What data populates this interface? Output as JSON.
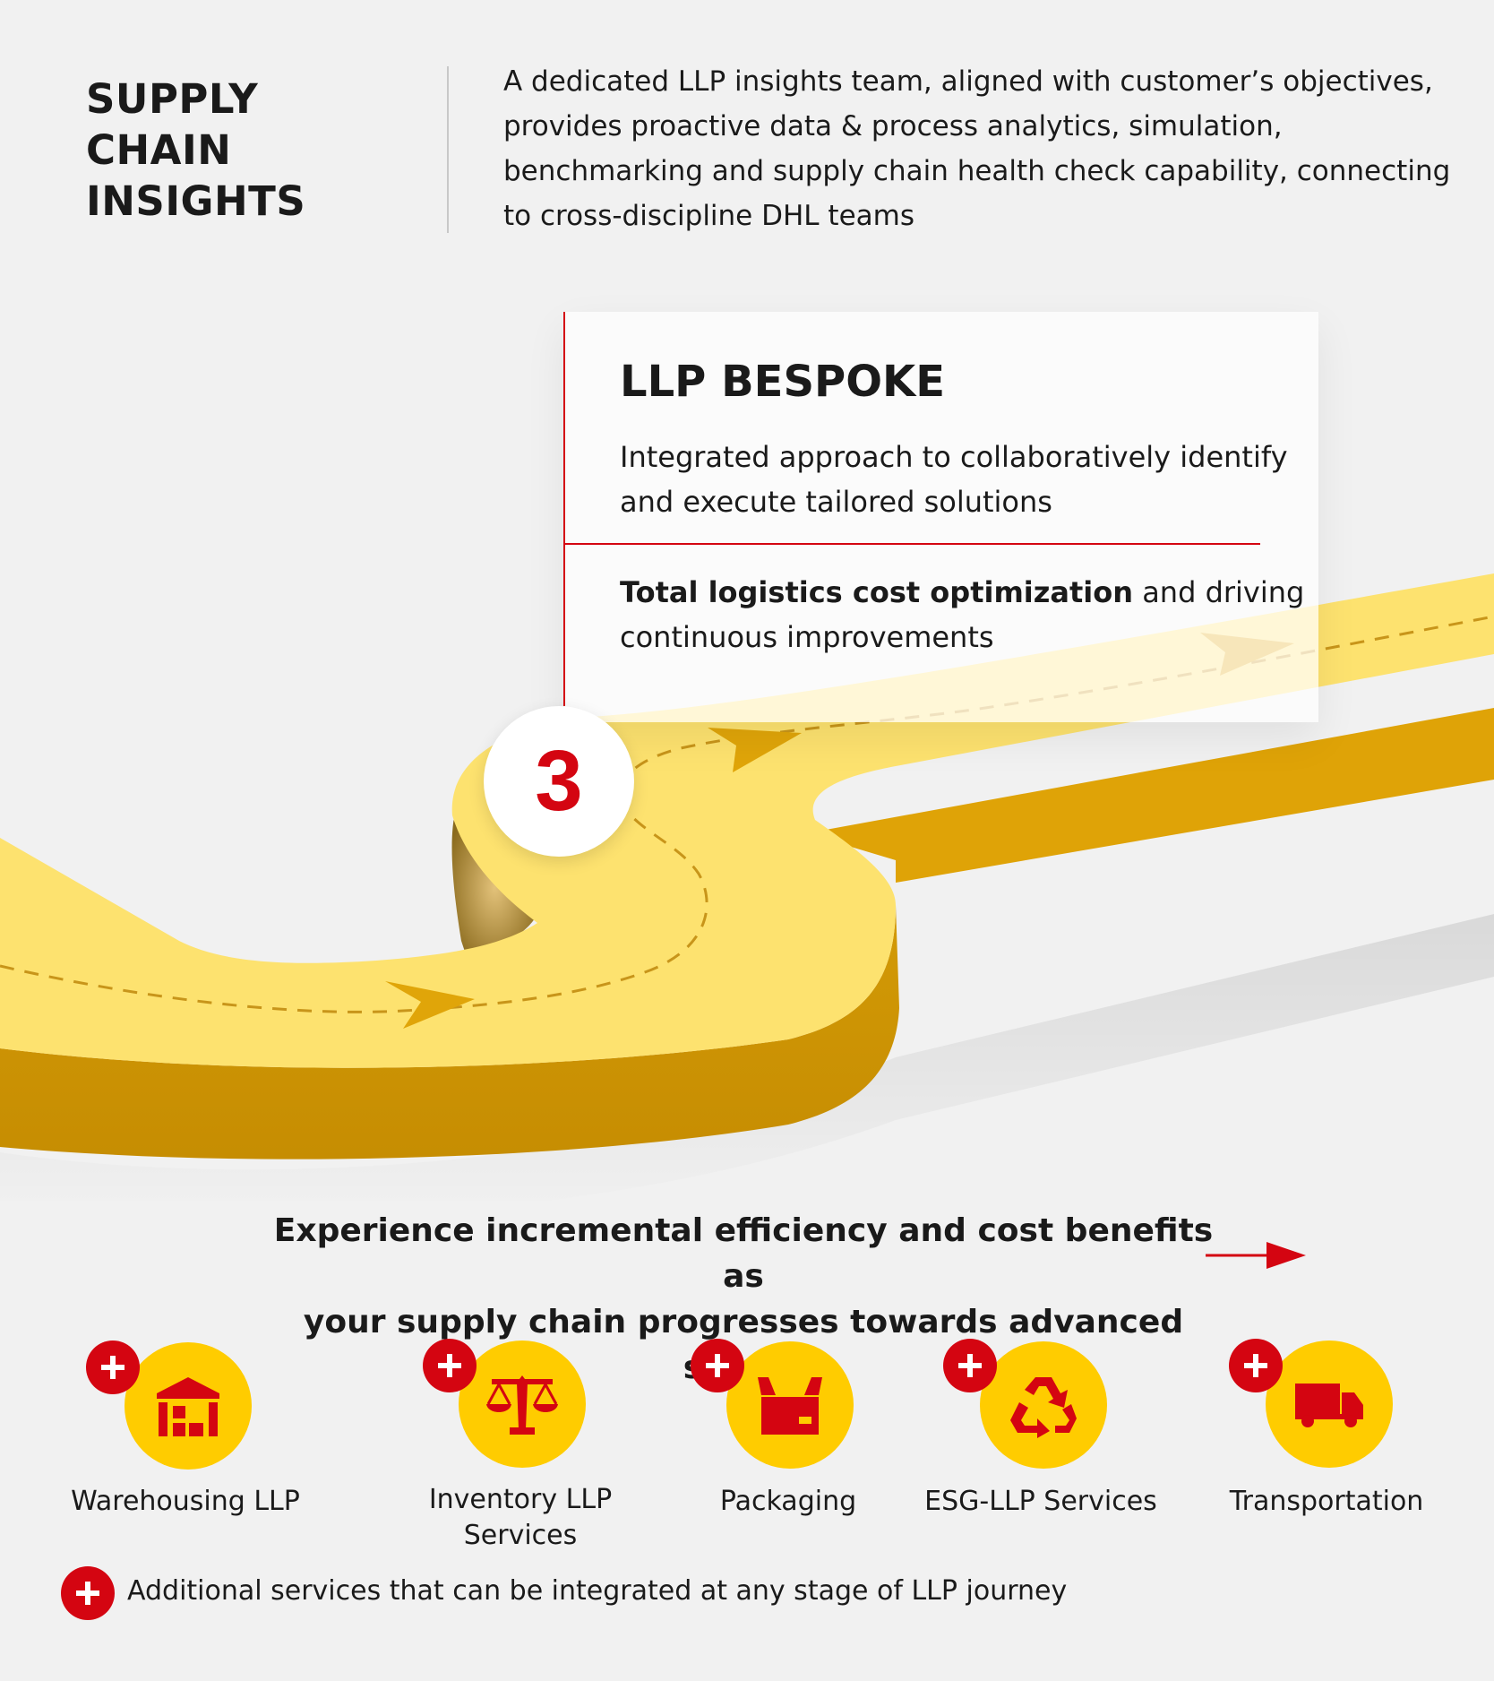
{
  "header": {
    "title_line1": "SUPPLY CHAIN",
    "title_line2": "INSIGHTS",
    "description": "A dedicated LLP insights team,  aligned with customer’s objectives, provides proactive data & process analytics, simulation, benchmarking and supply chain health check capability, connecting to cross-discipline DHL teams"
  },
  "stage": {
    "number": "3",
    "title": "LLP BESPOKE",
    "description": "Integrated approach to collaboratively identify and execute tailored solutions",
    "benefit_bold": "Total logistics cost optimization",
    "benefit_rest": " and driving continuous improvements"
  },
  "progress": {
    "line1": "Experience incremental efficiency and cost benefits as",
    "line2": "your supply chain progresses towards advanced stages"
  },
  "services": [
    {
      "label": "Warehousing LLP",
      "icon": "warehouse-icon"
    },
    {
      "label": "Inventory LLP Services",
      "icon": "scales-icon"
    },
    {
      "label": "Packaging",
      "icon": "box-icon"
    },
    {
      "label": "ESG-LLP Services",
      "icon": "recycle-icon"
    },
    {
      "label": "Transportation",
      "icon": "truck-icon"
    }
  ],
  "footnote": "Additional services that can be integrated at any stage of LLP journey",
  "colors": {
    "dhl_red": "#d40511",
    "dhl_yellow": "#ffcc00",
    "road_top": "#fde26f",
    "road_side": "#d49b05"
  }
}
